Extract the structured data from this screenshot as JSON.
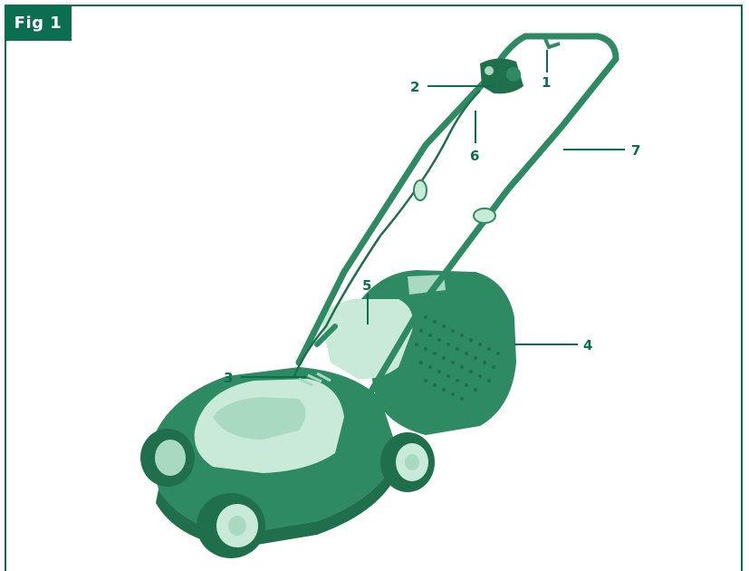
{
  "figure": {
    "label": "Fig 1"
  },
  "callouts": [
    {
      "id": "1",
      "text": "1"
    },
    {
      "id": "2",
      "text": "2"
    },
    {
      "id": "3",
      "text": "3"
    },
    {
      "id": "4",
      "text": "4"
    },
    {
      "id": "5",
      "text": "5"
    },
    {
      "id": "6",
      "text": "6"
    },
    {
      "id": "7",
      "text": "7"
    }
  ],
  "colors": {
    "brand_green": "#0b6e4f",
    "body_green": "#2e8a63",
    "dark_green": "#1f6f4c",
    "light_green": "#a9d9c1",
    "pale_green": "#c9ead8"
  }
}
